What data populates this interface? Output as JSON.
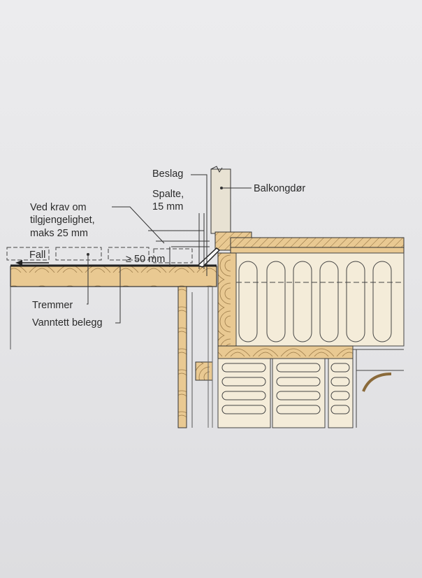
{
  "diagram": {
    "labels": {
      "beslag": "Beslag",
      "balkongdor": "Balkongdør",
      "spalte_line1": "Spalte,",
      "spalte_line2": "15 mm",
      "krav_line1": "Ved krav om",
      "krav_line2": "tilgjengelighet,",
      "krav_line3": "maks 25 mm",
      "fall": "Fall",
      "min_height": "≥ 50 mm",
      "tremmer": "Tremmer",
      "vanntett": "Vanntett belegg"
    },
    "colors": {
      "wood": "#e9c992",
      "insulation": "#f4ecd9",
      "line": "#333333"
    }
  }
}
